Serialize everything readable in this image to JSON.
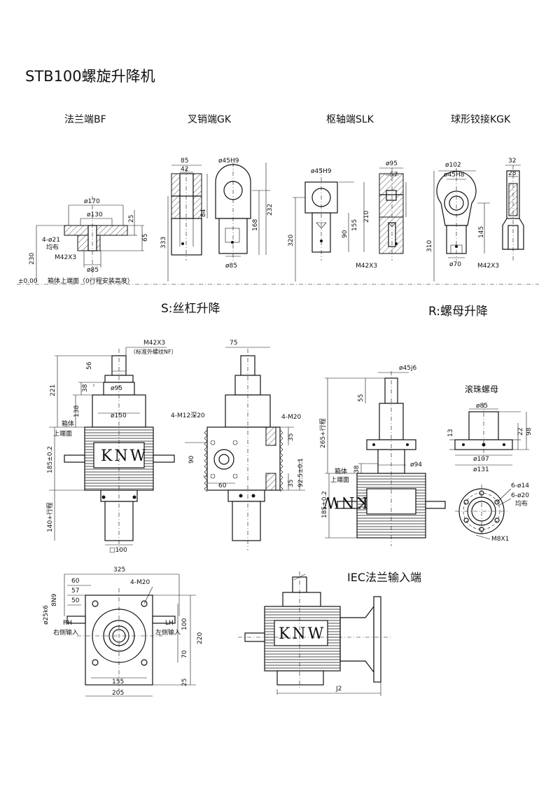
{
  "title": "STB100螺旋升降机",
  "sections": {
    "s_title": "S:丝杠升降",
    "r_title": "R:螺母升降",
    "iec_title": "IEC法兰输入端",
    "ballnut_title": "滚珠螺母"
  },
  "end_types": {
    "bf": {
      "label": "法兰端BF",
      "dims": {
        "d170": "ø170",
        "d130": "ø130",
        "h25": "25",
        "h65": "65",
        "holes": "4-ø21",
        "holes_note": "均布",
        "thread": "M42X3",
        "d85": "ø85",
        "h230": "230"
      }
    },
    "gk": {
      "label": "叉销端GK",
      "dims": {
        "w85": "85",
        "w42": "42",
        "h84": "84",
        "h333": "333",
        "d45": "ø45H9",
        "h168": "168",
        "h232": "232",
        "d85": "ø85"
      }
    },
    "slk": {
      "label": "枢轴端SLK",
      "dims": {
        "d45": "ø45H9",
        "h320": "320",
        "h155": "155",
        "h210": "210",
        "h90": "90",
        "d95": "ø95",
        "w57": "57",
        "thread": "M42X3"
      }
    },
    "kgk": {
      "label": "球形铰接KGK",
      "dims": {
        "d102": "ø102",
        "d45": "ø45H8",
        "h145": "145",
        "h310": "310",
        "d70": "ø70",
        "w32": "32",
        "w28": "28",
        "thread": "M42X3"
      }
    }
  },
  "baseline": {
    "zero": "±0.00",
    "note": "箱体上端面（0行程安装高度）"
  },
  "s_view": {
    "thread": "M42X3",
    "thread_note": "（标准外螺纹NF）",
    "h56": "56",
    "h221": "221",
    "h38": "38",
    "d95": "ø95",
    "h138": "138",
    "d150": "ø150",
    "box_label1": "箱体",
    "box_label2": "上端面",
    "h185": "185±0.2",
    "h140": "140+行程",
    "sq100": "□100",
    "brand": "KNW"
  },
  "side_view": {
    "w75": "75",
    "m12": "4-M12深20",
    "m20": "4-M20",
    "h90": "90",
    "w60": "60",
    "h35a": "35",
    "h35b": "35",
    "h925": "92.5±0.1"
  },
  "r_view": {
    "d45j6": "ø45j6",
    "h55": "55",
    "h265": "265+行程",
    "h38": "38",
    "d94": "ø94",
    "box_label1": "箱体",
    "box_label2": "上端面",
    "h185": "185±0.2",
    "brand": "KNW"
  },
  "ballnut": {
    "d85": "ø85",
    "h13": "13",
    "h22": "22",
    "h98": "98",
    "d107": "ø107",
    "d131": "ø131",
    "holes14": "6-ø14",
    "holes20": "6-ø20",
    "even": "均布",
    "m8": "M8X1"
  },
  "top_view": {
    "w325": "325",
    "w60": "60",
    "w57": "57",
    "w50": "50",
    "m20": "4-M20",
    "d25k6": "ø25k6",
    "n8": "8N9",
    "rh": "RH",
    "rh_note": "右侧输入",
    "lh": "LH",
    "lh_note": "左侧输入",
    "h100": "100",
    "h220": "220",
    "h70": "70",
    "w155": "155",
    "h25": "25",
    "w205": "205"
  },
  "iec_view": {
    "brand": "KNW",
    "j2": "J2"
  }
}
